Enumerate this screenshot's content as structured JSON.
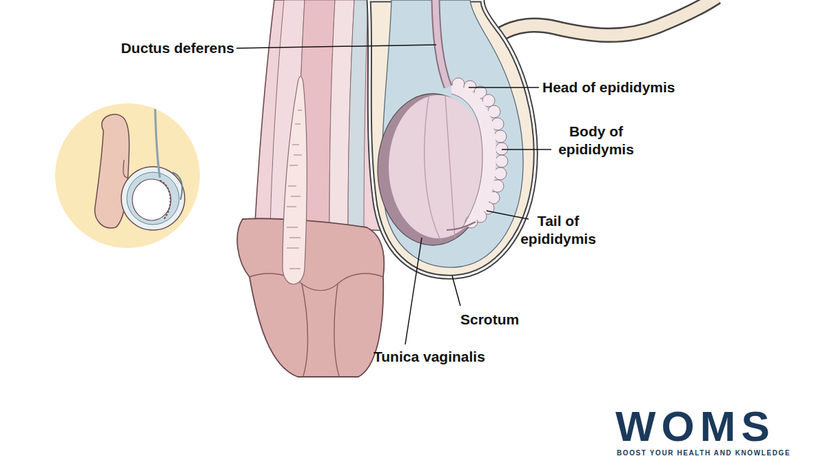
{
  "diagram": {
    "labels": [
      "Ductus deferens",
      "Head of epididymis",
      "Body of epididymis",
      "Tail of epididymis",
      "Scrotum",
      "Tunica vaginalis",
      "WOMS",
      "BOOST YOUR HEALTH AND KNOWLEDGE"
    ]
  }
}
